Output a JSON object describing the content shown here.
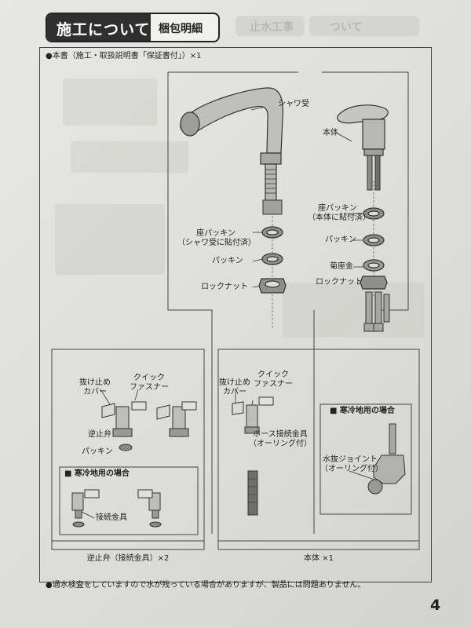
{
  "header": {
    "section_title": "施工について",
    "subsection": "梱包明細"
  },
  "faded_header": {
    "text1": "止水工事",
    "text2": "ついて"
  },
  "intro_note": "●本書（施工・取扱説明書「保証書付」）×1",
  "upper_labels": {
    "shower": "シャワ受",
    "body": "本体",
    "seat_packing_body_1": "座パッキン",
    "seat_packing_body_2": "（本体に貼付済）",
    "packing_right": "パッキン",
    "kiku_washer": "菊座金",
    "locknut_right": "ロックナット",
    "seat_packing_shower_1": "座パッキン",
    "seat_packing_shower_2": "（シャワ受に貼付済）",
    "packing_left": "パッキン",
    "locknut_left": "ロックナット"
  },
  "left_box": {
    "stop_cover_1": "抜け止め",
    "stop_cover_2": "カバー",
    "quick_1": "クイック",
    "quick_2": "ファスナー",
    "check_valve": "逆止弁",
    "packing": "パッキン",
    "cold_region": "■ 寒冷地用の場合",
    "connector": "接続金具",
    "caption": "逆止弁（接続金具）×2"
  },
  "right_box": {
    "stop_cover_1": "抜け止め",
    "stop_cover_2": "カバー",
    "quick_1": "クイック",
    "quick_2": "ファスナー",
    "hose_fitting_1": "ホース接続金具",
    "hose_fitting_2": "（オーリング付）",
    "cold_region": "■ 寒冷地用の場合",
    "drain_joint_1": "水抜ジョイント",
    "drain_joint_2": "（オーリング付）",
    "caption": "本体 ×1"
  },
  "footer_note": "●通水検査をしていますので水が残っている場合がありますが、製品には問題ありません。",
  "page_number": "4"
}
